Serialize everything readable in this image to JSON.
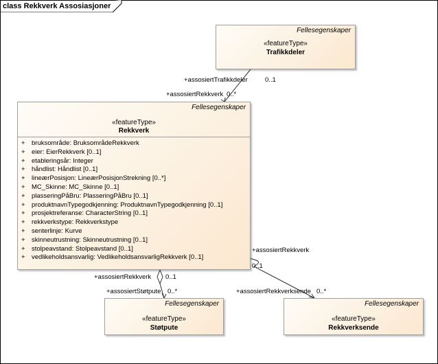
{
  "frame": {
    "title": "class Rekkverk Assosiasjoner"
  },
  "classes": {
    "trafikkdeler": {
      "package": "Fellesegenskaper",
      "stereotype": "«featureType»",
      "name": "Trafikkdeler"
    },
    "rekkverk": {
      "package": "Fellesegenskaper",
      "stereotype": "«featureType»",
      "name": "Rekkverk",
      "attributes": [
        {
          "vis": "+",
          "text": "bruksområde: BruksområdeRekkverk"
        },
        {
          "vis": "+",
          "text": "eier: EierRekkverk [0..1]"
        },
        {
          "vis": "+",
          "text": "etableringsår: Integer"
        },
        {
          "vis": "+",
          "text": "håndlist: Håndlist [0..1]"
        },
        {
          "vis": "+",
          "text": "lineærPosisjon: LineærPosisjonStrekning [0..*]"
        },
        {
          "vis": "+",
          "text": "MC_Skinne: MC_Skinne [0..1]"
        },
        {
          "vis": "+",
          "text": "plasseringPåBru: PlasseringPåBru [0..1]"
        },
        {
          "vis": "+",
          "text": "produktnavnTypegodkjenning: ProduktnavnTypegodkjenning [0..1]"
        },
        {
          "vis": "+",
          "text": "prosjektreferanse: CharacterString [0..1]"
        },
        {
          "vis": "+",
          "text": "rekkverkstype: Rekkverkstype"
        },
        {
          "vis": "+",
          "text": "senterlinje: Kurve"
        },
        {
          "vis": "+",
          "text": "skinneutrustning: Skinneutrustning [0..1]"
        },
        {
          "vis": "+",
          "text": "stolpeavstand: Stolpeavstand [0..1]"
        },
        {
          "vis": "+",
          "text": "vedlikeholdsansvarlig: VedlikeholdsansvarligRekkverk [0..1]"
        }
      ]
    },
    "stotpute": {
      "package": "Fellesegenskaper",
      "stereotype": "«featureType»",
      "name": "Støtpute"
    },
    "rekkverksende": {
      "package": "Fellesegenskaper",
      "stereotype": "«featureType»",
      "name": "Rekkverksende"
    }
  },
  "associations": {
    "trafikkdeler_role": "+assosiertTrafikkdeler",
    "trafikkdeler_mult": "0..1",
    "rekkverk_role_top": "+assosiertRekkverk",
    "rekkverk_mult_top": "0..*",
    "rekkverk_role_right": "+assosiertRekkverk",
    "rekkverk_mult_right": "0..1",
    "rekkverksende_role": "+assosiertRekkverksende",
    "rekkverksende_mult": "0..*",
    "rekkverk_role_bottom": "+assosiertRekkverk",
    "rekkverk_mult_bottom": "0..1",
    "stotpute_role": "+assosiertStøtpute",
    "stotpute_mult": "0..*"
  }
}
